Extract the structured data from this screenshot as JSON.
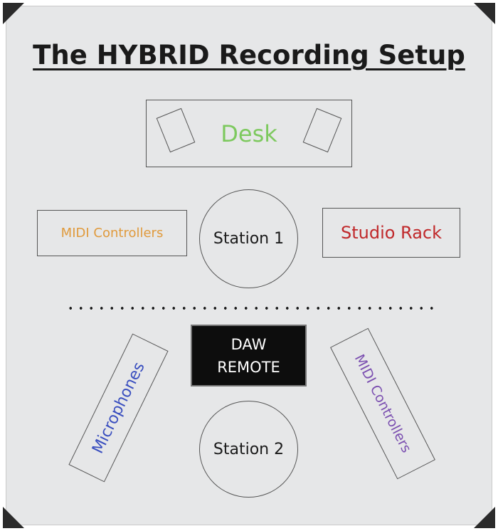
{
  "title": "The HYBRID Recording Setup",
  "desk": {
    "label": "Desk"
  },
  "stations": {
    "station1": "Station 1",
    "station2": "Station 2"
  },
  "midi_controllers_top": {
    "label": "MIDI Controllers"
  },
  "studio_rack": {
    "label": "Studio Rack"
  },
  "daw_remote": {
    "line1": "DAW",
    "line2": "REMOTE"
  },
  "microphones": {
    "label": "Microphones"
  },
  "midi_controllers_bottom": {
    "label": "MIDI Controllers"
  },
  "colors": {
    "desk": "#7dc95e",
    "midi_controllers_top": "#e09a3c",
    "studio_rack": "#c0282a",
    "microphones": "#3a4fbf",
    "midi_controllers_bottom": "#7b4fb0",
    "daw_background": "#0d0d0d"
  }
}
